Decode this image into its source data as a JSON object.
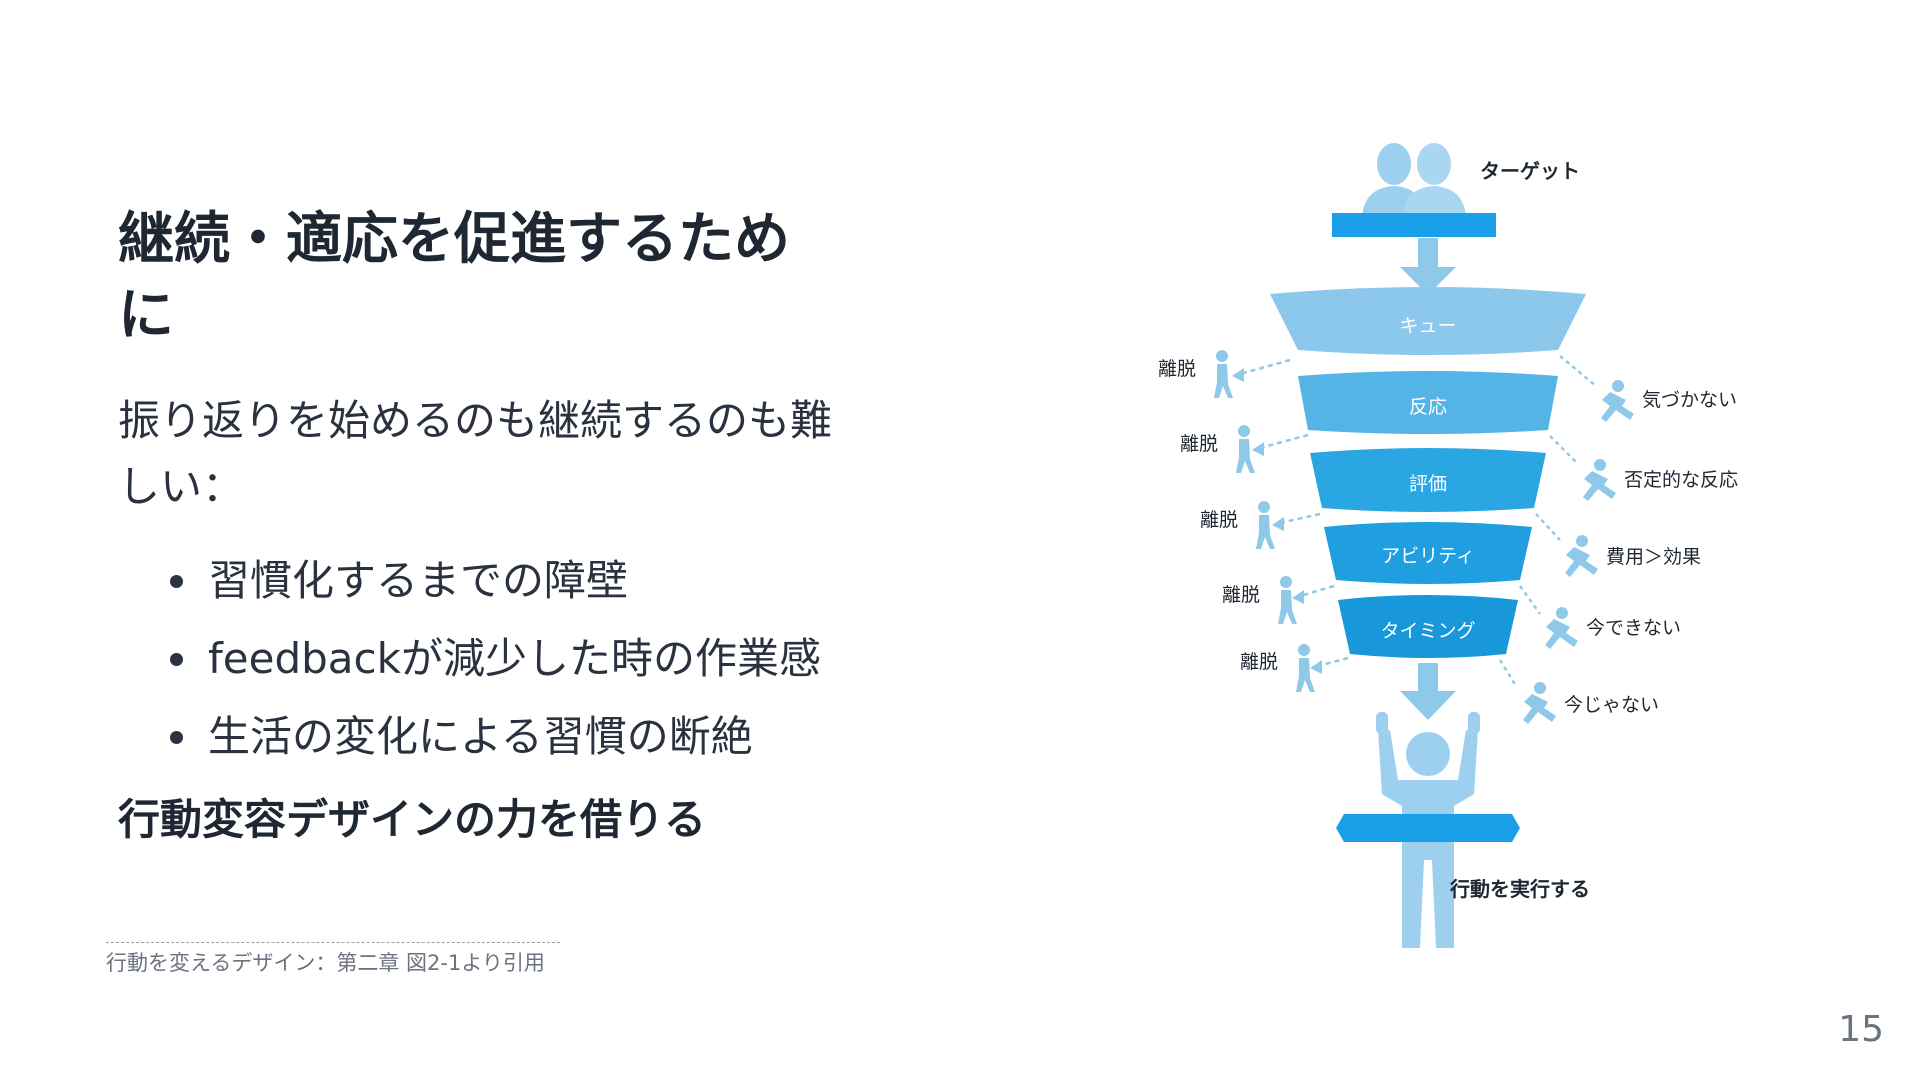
{
  "slide": {
    "title": "継続・適応を促進するために",
    "intro": "振り返りを始めるのも継続するのも難しい：",
    "bullets": [
      "習慣化するまでの障壁",
      "feedbackが減少した時の作業感",
      "生活の変化による習慣の断絶"
    ],
    "emphasis": "行動変容デザインの力を借りる",
    "footnote": "行動を変えるデザイン：第二章 図2-1より引用",
    "page_number": "15"
  },
  "diagram": {
    "target_label": "ターゲット",
    "stages": [
      "キュー",
      "反応",
      "評価",
      "アビリティ",
      "タイミング"
    ],
    "exit_label": "離脱",
    "exit_labels": [
      "離脱",
      "離脱",
      "離脱",
      "離脱",
      "離脱"
    ],
    "failure_reasons": [
      "気づかない",
      "否定的な反応",
      "費用＞効果",
      "今できない",
      "今じゃない"
    ],
    "outcome_label": "行動を実行する",
    "colors": {
      "light_blue": "#8cc8eb",
      "mid_blue": "#55b4e6",
      "deep_blue": "#1f9fe0",
      "banner_blue": "#1aa0e8",
      "arrow_blue": "#8fc9ea",
      "person_blue": "#9cd0ee"
    }
  }
}
